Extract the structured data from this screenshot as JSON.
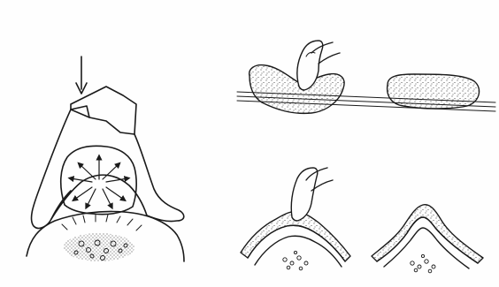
{
  "figure": {
    "background": "#fefefe",
    "ink": "#1a1a1a",
    "panels": [
      {
        "id": "left",
        "icon": "denture-under-load-icon"
      },
      {
        "id": "top-right",
        "icon": "finger-pressing-sponge-icon"
      },
      {
        "id": "bottom-right-a",
        "icon": "finger-pressing-tissue-icon"
      },
      {
        "id": "bottom-right-b",
        "icon": "relaxed-tissue-icon"
      }
    ]
  }
}
